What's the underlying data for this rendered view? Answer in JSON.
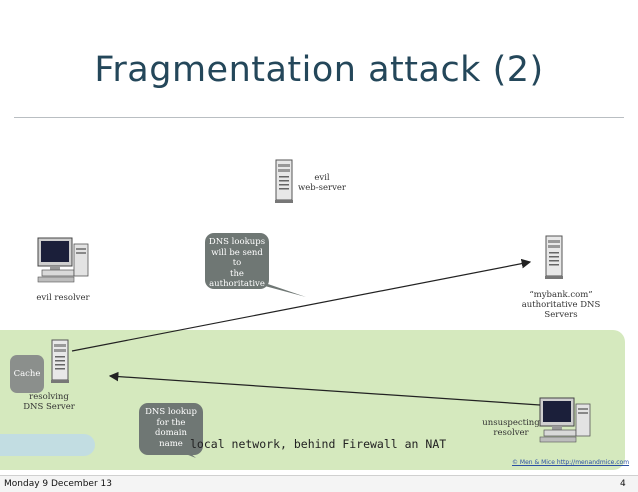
{
  "slide": {
    "title": "Fragmentation attack (2)",
    "footer_date": "Monday 9 December 13",
    "page_number": "4",
    "copyright": "© Men & Mice  http://menandmice.com"
  },
  "nodes": {
    "evil_web_server": "evil\nweb-server",
    "evil_resolver": "evil resolver",
    "mybank_servers": "“mybank.com”\nauthoritative DNS\nServers",
    "resolving_server": "resolving\nDNS Server",
    "unsuspecting_resolver": "unsuspecting\nresolver",
    "cache": "Cache"
  },
  "callouts": {
    "dns_lookups": "DNS lookups\nwill be send to\nthe\nauthoritative\nDNS Servers",
    "dns_lookup": "DNS lookup\nfor the domain\nname"
  },
  "network_label": "local network, behind Firewall an NAT",
  "colors": {
    "title": "#24475a",
    "local_network": "#d5e9be",
    "callout": "#6f7774"
  }
}
